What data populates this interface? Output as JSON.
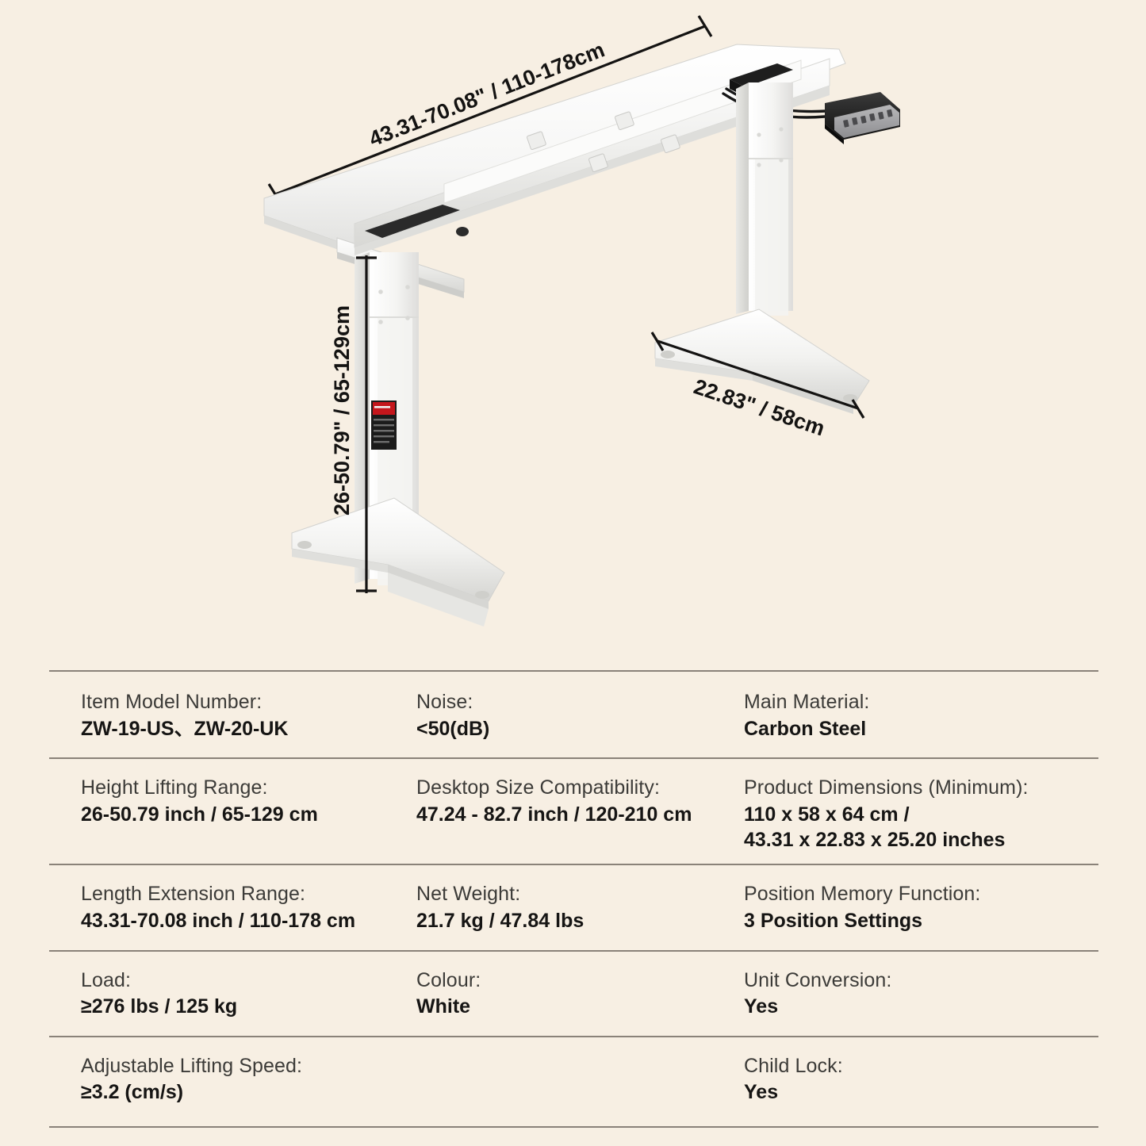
{
  "product_figure": {
    "alt_name": "electric standing desk frame",
    "frame_color": "#ffffff",
    "background_color": "#f7efe3",
    "dimension_labels": {
      "width": "43.31-70.08\" / 110-178cm",
      "height": "26-50.79\" / 65-129cm",
      "depth": "22.83\" / 58cm"
    },
    "parts": {
      "control_keypad": "control-keypad",
      "motor_box": "motor-housing",
      "cable": "power-cable",
      "warning_label": "spec-sticker"
    }
  },
  "spec_table": {
    "rows": [
      {
        "cells": [
          {
            "label": "Item Model Number:",
            "value": "ZW-19-US、ZW-20-UK"
          },
          {
            "label": "Noise:",
            "value": "<50(dB)"
          },
          {
            "label": "Main Material:",
            "value": "Carbon Steel"
          }
        ]
      },
      {
        "cells": [
          {
            "label": "Height Lifting Range:",
            "value": "26-50.79 inch / 65-129 cm"
          },
          {
            "label": "Desktop Size Compatibility:",
            "value": "47.24 - 82.7 inch / 120-210 cm"
          },
          {
            "label": "Product Dimensions (Minimum):",
            "value": "110 x 58 x 64 cm /\n43.31 x 22.83 x 25.20 inches"
          }
        ]
      },
      {
        "cells": [
          {
            "label": "Length Extension Range:",
            "value": "43.31-70.08 inch / 110-178 cm"
          },
          {
            "label": "Net Weight:",
            "value": "21.7 kg / 47.84 lbs"
          },
          {
            "label": "Position Memory Function:",
            "value": "3 Position Settings"
          }
        ]
      },
      {
        "cells": [
          {
            "label": "Load:",
            "value": "≥276 lbs / 125 kg"
          },
          {
            "label": "Colour:",
            "value": "White"
          },
          {
            "label": "Unit Conversion:",
            "value": "Yes"
          }
        ]
      },
      {
        "cells": [
          {
            "label": "Adjustable Lifting Speed:",
            "value": "≥3.2 (cm/s)"
          },
          {
            "label": "",
            "value": ""
          },
          {
            "label": "Child Lock:",
            "value": "Yes"
          }
        ]
      }
    ]
  }
}
